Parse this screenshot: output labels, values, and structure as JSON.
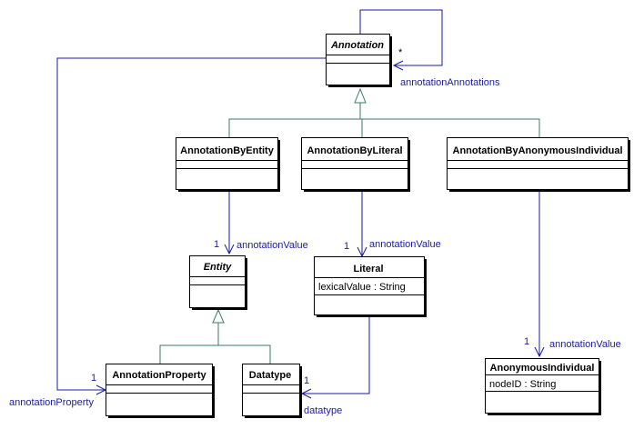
{
  "classes": {
    "annotation": {
      "name": "Annotation"
    },
    "annotation_by_entity": {
      "name": "AnnotationByEntity"
    },
    "annotation_by_literal": {
      "name": "AnnotationByLiteral"
    },
    "annotation_by_anonymous_individual": {
      "name": "AnnotationByAnonymousIndividual"
    },
    "entity": {
      "name": "Entity"
    },
    "literal": {
      "name": "Literal",
      "attribute": "lexicalValue : String"
    },
    "annotation_property": {
      "name": "AnnotationProperty"
    },
    "datatype": {
      "name": "Datatype"
    },
    "anonymous_individual": {
      "name": "AnonymousIndividual",
      "attribute": "nodeID : String"
    }
  },
  "associations": {
    "annotation_annotations": {
      "role": "annotationAnnotations",
      "multiplicity": "*"
    },
    "entity_value": {
      "role": "annotationValue",
      "multiplicity": "1"
    },
    "literal_value": {
      "role": "annotationValue",
      "multiplicity": "1"
    },
    "anonymous_value": {
      "role": "annotationValue",
      "multiplicity": "1"
    },
    "annotation_property": {
      "role": "annotationProperty",
      "multiplicity": "1"
    },
    "datatype": {
      "role": "datatype",
      "multiplicity": "1"
    }
  },
  "colors": {
    "association": "#1a1aa6",
    "generalization": "#3a7a6a",
    "class_border": "#000000",
    "background": "#ffffff"
  }
}
